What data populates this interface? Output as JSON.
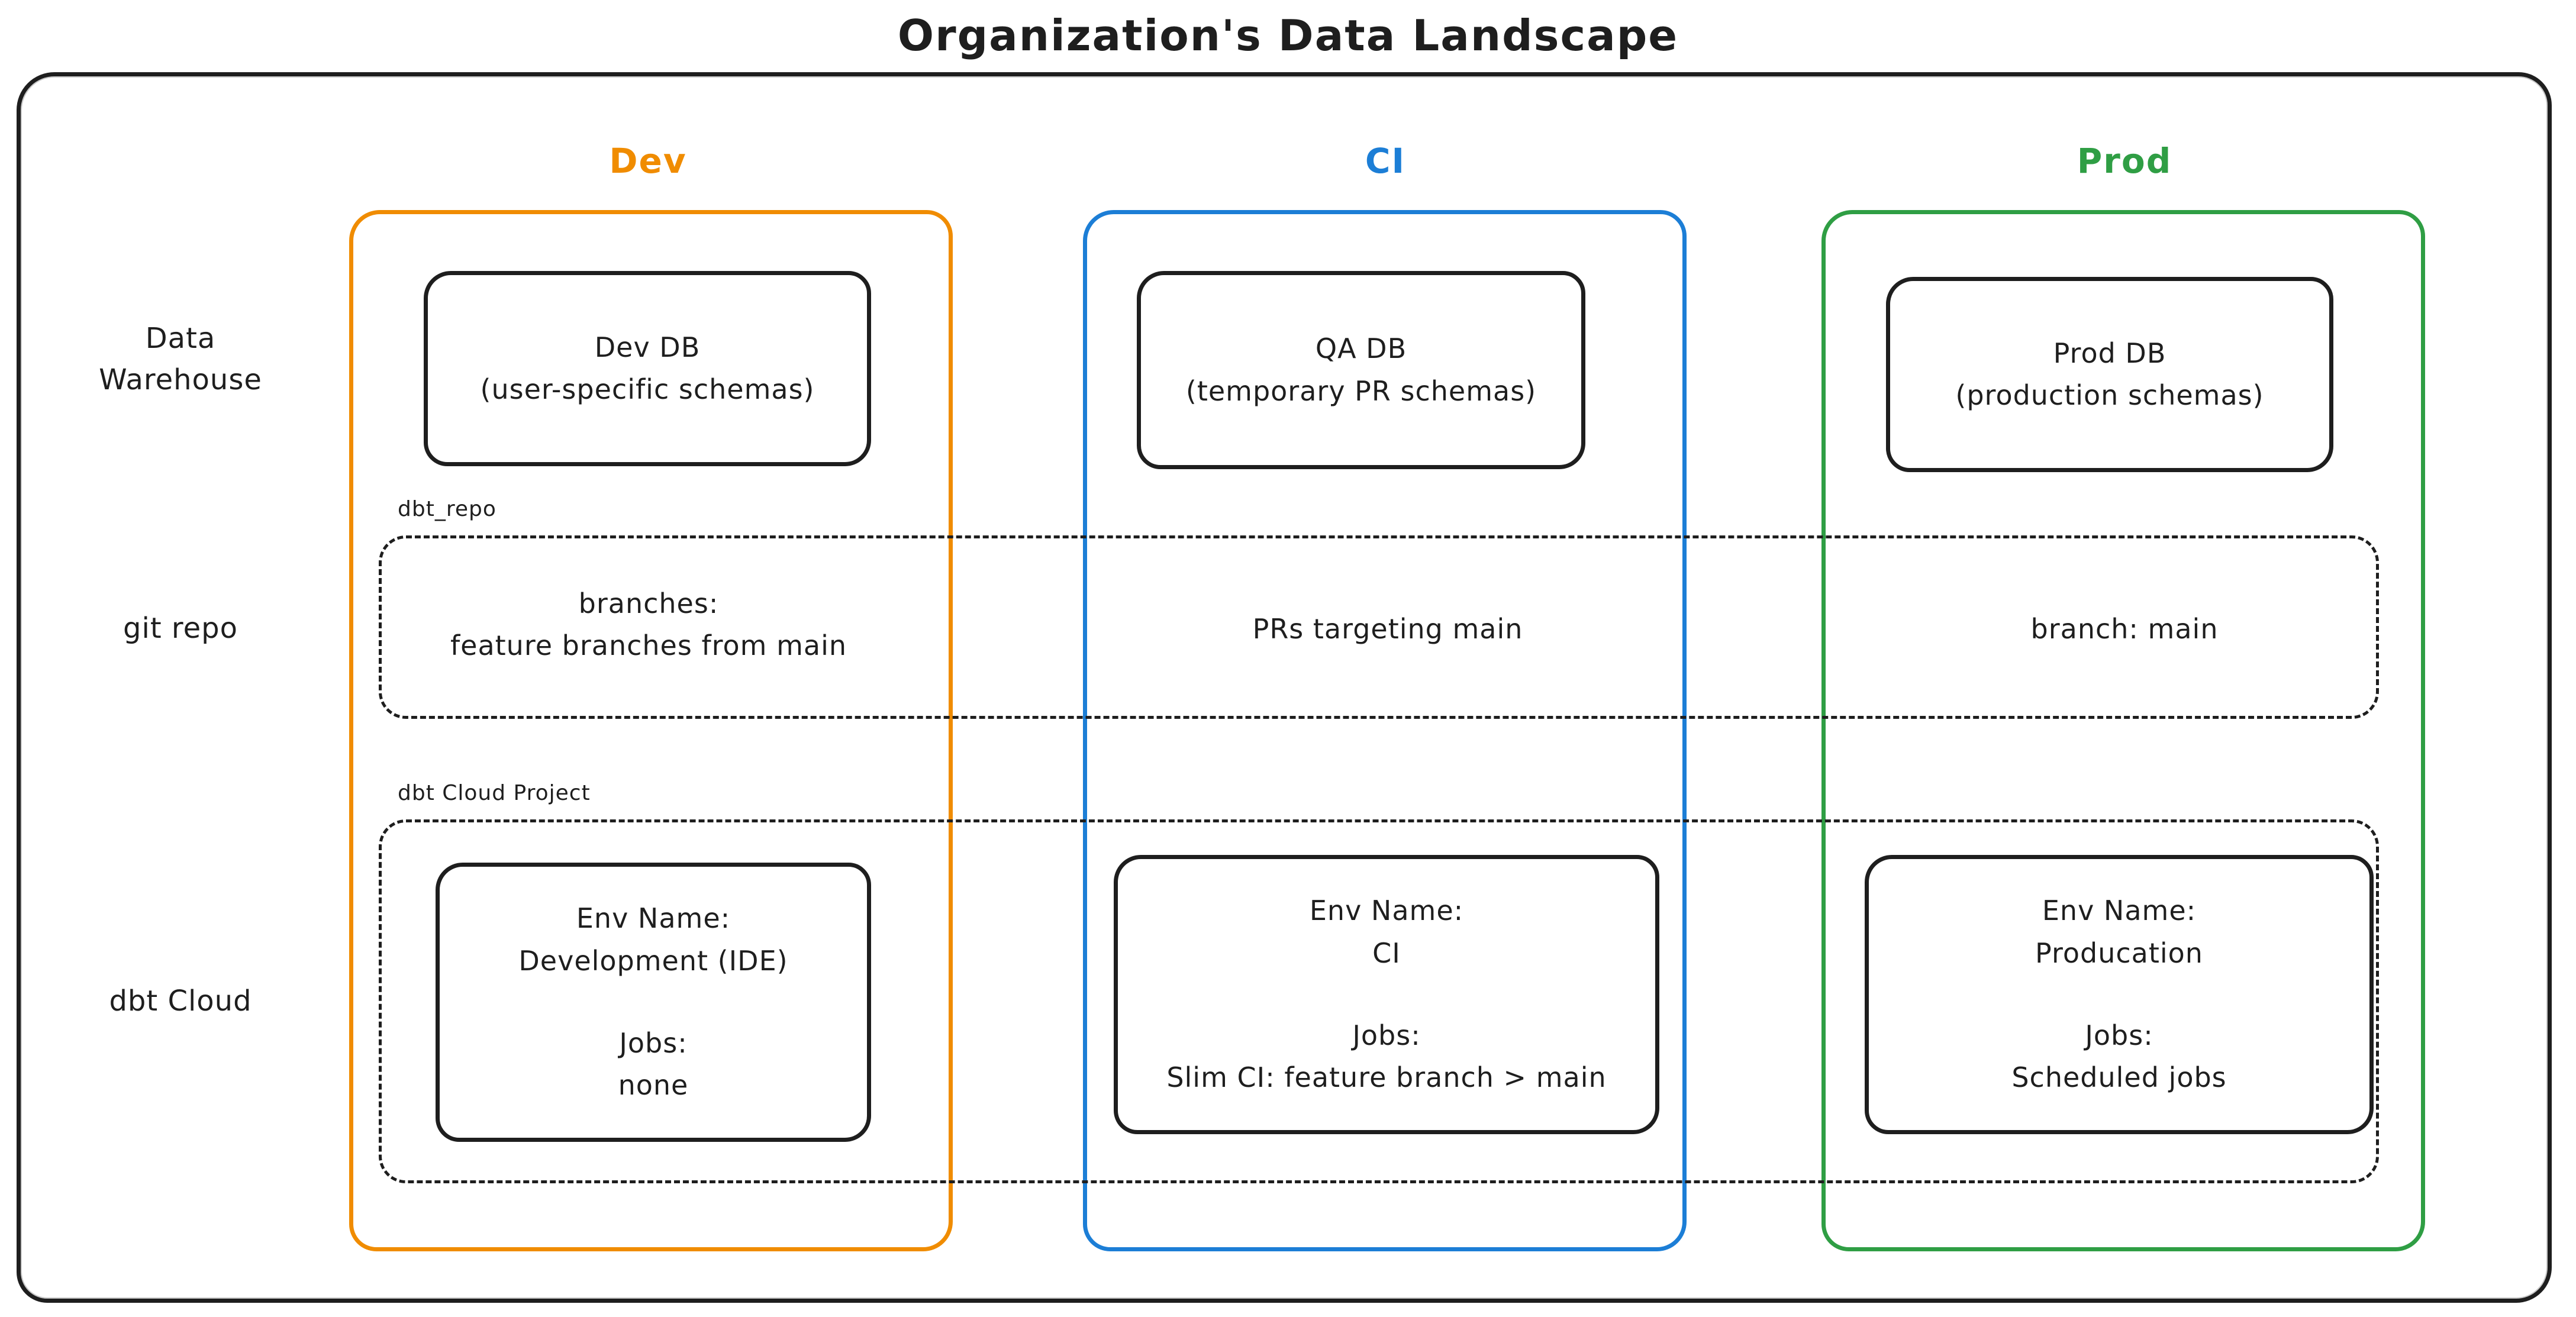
{
  "title": "Organization's Data Landscape",
  "colors": {
    "dev": "#f08c00",
    "ci": "#1c7ed6",
    "prod": "#2f9e44",
    "stroke": "#1e1e1e"
  },
  "row_labels": {
    "data_warehouse_line1": "Data",
    "data_warehouse_line2": "Warehouse",
    "git_repo": "git repo",
    "dbt_cloud": "dbt Cloud"
  },
  "group_boxes": {
    "git_repo_label": "dbt_repo",
    "dbt_cloud_label": "dbt Cloud Project"
  },
  "columns": [
    {
      "id": "dev",
      "header": "Dev",
      "db": {
        "line1": "Dev DB",
        "line2": "(user-specific schemas)"
      },
      "git": {
        "line1": "branches:",
        "line2": "feature branches from main"
      },
      "env": {
        "env_label": "Env Name:",
        "env_name": "Development (IDE)",
        "jobs_label": "Jobs:",
        "jobs_value": "none"
      }
    },
    {
      "id": "ci",
      "header": "CI",
      "db": {
        "line1": "QA DB",
        "line2": "(temporary PR schemas)"
      },
      "git": {
        "line1": "PRs targeting main"
      },
      "env": {
        "env_label": "Env Name:",
        "env_name": "CI",
        "jobs_label": "Jobs:",
        "jobs_value": "Slim CI: feature branch > main"
      }
    },
    {
      "id": "prod",
      "header": "Prod",
      "db": {
        "line1": "Prod DB",
        "line2": "(production schemas)"
      },
      "git": {
        "line1": "branch: main"
      },
      "env": {
        "env_label": "Env Name:",
        "env_name": "Producation",
        "jobs_label": "Jobs:",
        "jobs_value": "Scheduled jobs"
      }
    }
  ]
}
